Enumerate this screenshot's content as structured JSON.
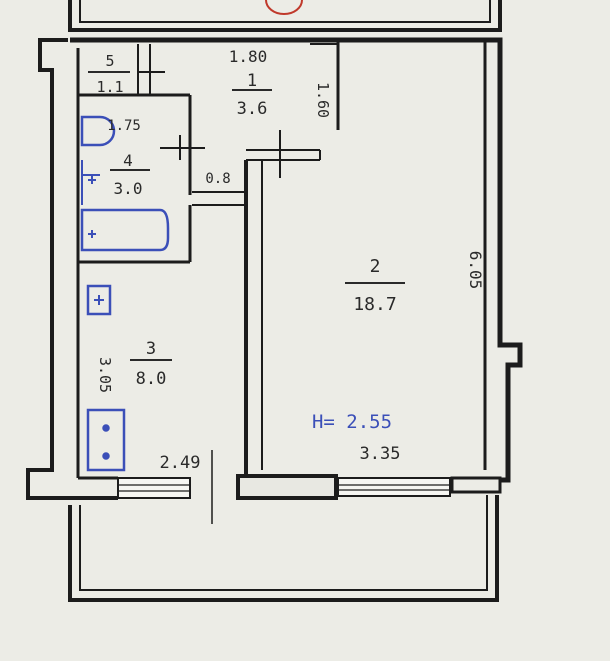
{
  "plan": {
    "room1": {
      "number": "1",
      "area": "3.6"
    },
    "room2": {
      "number": "2",
      "area": "18.7"
    },
    "room3": {
      "number": "3",
      "area": "8.0"
    },
    "room4": {
      "number": "4",
      "area": "3.0"
    },
    "room5": {
      "number": "5",
      "area": "1.1"
    },
    "dimensions": {
      "top_width": "1.80",
      "hall_depth": "1.60",
      "bath_width": "1.75",
      "passage": "0.8",
      "kitchen_depth": "3.05",
      "kitchen_width": "2.49",
      "room_depth": "6.05",
      "room_width": "3.35"
    },
    "ceiling_height": "H= 2.55",
    "colors": {
      "wall": "#1c1c1c",
      "ink": "#2a2a2a",
      "annotation": "#3b4fb8",
      "paper": "#f6f6f2"
    }
  }
}
